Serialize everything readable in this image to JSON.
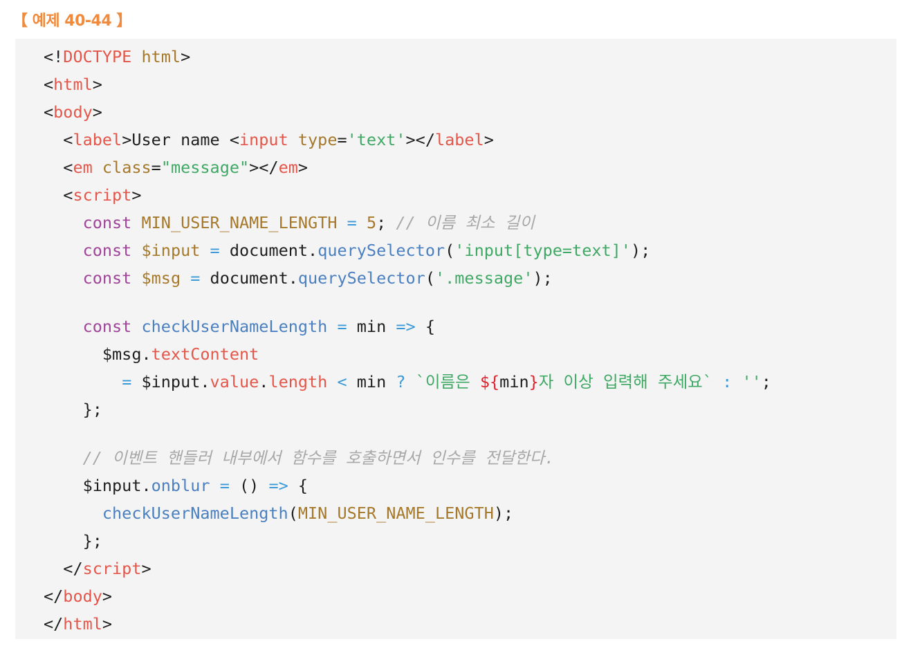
{
  "title": "【 예제 40-44 】",
  "colors": {
    "title": "#f08a3c",
    "tag": "#e45649",
    "variable": "#a6782a",
    "keyword": "#a0449a",
    "operator": "#3a9ad9",
    "function": "#4a7fc0",
    "string": "#3fa864",
    "comment": "#a8a8a8",
    "background": "#f4f4f4"
  },
  "code_lines": [
    [
      [
        "p",
        "<!"
      ],
      [
        "t",
        "DOCTYPE"
      ],
      [
        "v",
        " html"
      ],
      [
        "p",
        ">"
      ]
    ],
    [
      [
        "p",
        "<"
      ],
      [
        "t",
        "html"
      ],
      [
        "p",
        ">"
      ]
    ],
    [
      [
        "p",
        "<"
      ],
      [
        "t",
        "body"
      ],
      [
        "p",
        ">"
      ]
    ],
    [
      [
        "p",
        "  <"
      ],
      [
        "t",
        "label"
      ],
      [
        "p",
        ">User name <"
      ],
      [
        "t",
        "input"
      ],
      [
        "p",
        " "
      ],
      [
        "v",
        "type"
      ],
      [
        "p",
        "="
      ],
      [
        "s",
        "'text'"
      ],
      [
        "p",
        "></"
      ],
      [
        "t",
        "label"
      ],
      [
        "p",
        ">"
      ]
    ],
    [
      [
        "p",
        "  <"
      ],
      [
        "t",
        "em"
      ],
      [
        "p",
        " "
      ],
      [
        "v",
        "class"
      ],
      [
        "p",
        "="
      ],
      [
        "s",
        "\"message\""
      ],
      [
        "p",
        "></"
      ],
      [
        "t",
        "em"
      ],
      [
        "p",
        ">"
      ]
    ],
    [
      [
        "p",
        "  <"
      ],
      [
        "t",
        "script"
      ],
      [
        "p",
        ">"
      ]
    ],
    [
      [
        "p",
        "    "
      ],
      [
        "k",
        "const"
      ],
      [
        "p",
        " "
      ],
      [
        "v",
        "MIN_USER_NAME_LENGTH"
      ],
      [
        "p",
        " "
      ],
      [
        "o",
        "="
      ],
      [
        "p",
        " "
      ],
      [
        "v",
        "5"
      ],
      [
        "p",
        "; "
      ],
      [
        "c",
        "// 이름 최소 길이"
      ]
    ],
    [
      [
        "p",
        "    "
      ],
      [
        "k",
        "const"
      ],
      [
        "p",
        " "
      ],
      [
        "v",
        "$input"
      ],
      [
        "p",
        " "
      ],
      [
        "o",
        "="
      ],
      [
        "p",
        " document."
      ],
      [
        "f",
        "querySelector"
      ],
      [
        "p",
        "("
      ],
      [
        "s",
        "'input[type=text]'"
      ],
      [
        "p",
        ");"
      ]
    ],
    [
      [
        "p",
        "    "
      ],
      [
        "k",
        "const"
      ],
      [
        "p",
        " "
      ],
      [
        "v",
        "$msg"
      ],
      [
        "p",
        " "
      ],
      [
        "o",
        "="
      ],
      [
        "p",
        " document."
      ],
      [
        "f",
        "querySelector"
      ],
      [
        "p",
        "("
      ],
      [
        "s",
        "'.message'"
      ],
      [
        "p",
        ");"
      ]
    ],
    [],
    [
      [
        "p",
        "    "
      ],
      [
        "k",
        "const"
      ],
      [
        "p",
        " "
      ],
      [
        "f",
        "checkUserNameLength"
      ],
      [
        "p",
        " "
      ],
      [
        "o",
        "="
      ],
      [
        "p",
        " min "
      ],
      [
        "o",
        "=>"
      ],
      [
        "p",
        " {"
      ]
    ],
    [
      [
        "p",
        "      $msg."
      ],
      [
        "t",
        "textContent"
      ]
    ],
    [
      [
        "p",
        "        "
      ],
      [
        "o",
        "="
      ],
      [
        "p",
        " $input."
      ],
      [
        "t",
        "value"
      ],
      [
        "p",
        "."
      ],
      [
        "t",
        "length"
      ],
      [
        "p",
        " "
      ],
      [
        "o",
        "<"
      ],
      [
        "p",
        " min "
      ],
      [
        "o",
        "?"
      ],
      [
        "p",
        " "
      ],
      [
        "s",
        "`이름은 "
      ],
      [
        "r",
        "${"
      ],
      [
        "p",
        "min"
      ],
      [
        "r",
        "}"
      ],
      [
        "s",
        "자 이상 입력해 주세요`"
      ],
      [
        "p",
        " "
      ],
      [
        "o",
        ":"
      ],
      [
        "p",
        " "
      ],
      [
        "s",
        "''"
      ],
      [
        "p",
        ";"
      ]
    ],
    [
      [
        "p",
        "    };"
      ]
    ],
    [],
    [
      [
        "p",
        "    "
      ],
      [
        "c",
        "// 이벤트 핸들러 내부에서 함수를 호출하면서 인수를 전달한다."
      ]
    ],
    [
      [
        "p",
        "    $input."
      ],
      [
        "f",
        "onblur"
      ],
      [
        "p",
        " "
      ],
      [
        "o",
        "="
      ],
      [
        "p",
        " () "
      ],
      [
        "o",
        "=>"
      ],
      [
        "p",
        " {"
      ]
    ],
    [
      [
        "p",
        "      "
      ],
      [
        "f",
        "checkUserNameLength"
      ],
      [
        "p",
        "("
      ],
      [
        "v",
        "MIN_USER_NAME_LENGTH"
      ],
      [
        "p",
        ");"
      ]
    ],
    [
      [
        "p",
        "    };"
      ]
    ],
    [
      [
        "p",
        "  </"
      ],
      [
        "t",
        "script"
      ],
      [
        "p",
        ">"
      ]
    ],
    [
      [
        "p",
        "</"
      ],
      [
        "t",
        "body"
      ],
      [
        "p",
        ">"
      ]
    ],
    [
      [
        "p",
        "</"
      ],
      [
        "t",
        "html"
      ],
      [
        "p",
        ">"
      ]
    ]
  ]
}
